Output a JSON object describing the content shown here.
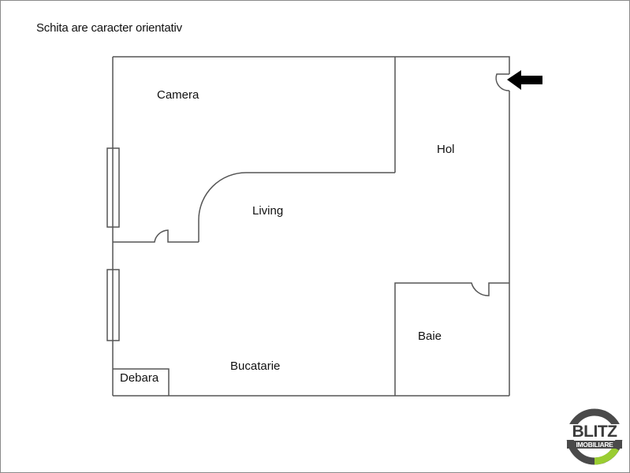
{
  "caption": "Schita are caracter orientativ",
  "rooms": {
    "camera": "Camera",
    "hol": "Hol",
    "living": "Living",
    "baie": "Baie",
    "bucatarie": "Bucatarie",
    "debara": "Debara"
  },
  "entrance": {
    "icon": "arrow-left-icon",
    "meaning": "entrance"
  },
  "logo": {
    "line1": "BLITZ",
    "line2": "IMOBILIARE",
    "colors": {
      "ring": "#4a4a4a",
      "accent": "#9acd32"
    }
  },
  "colors": {
    "wall": "#555555",
    "background": "#ffffff",
    "text": "#111111"
  }
}
